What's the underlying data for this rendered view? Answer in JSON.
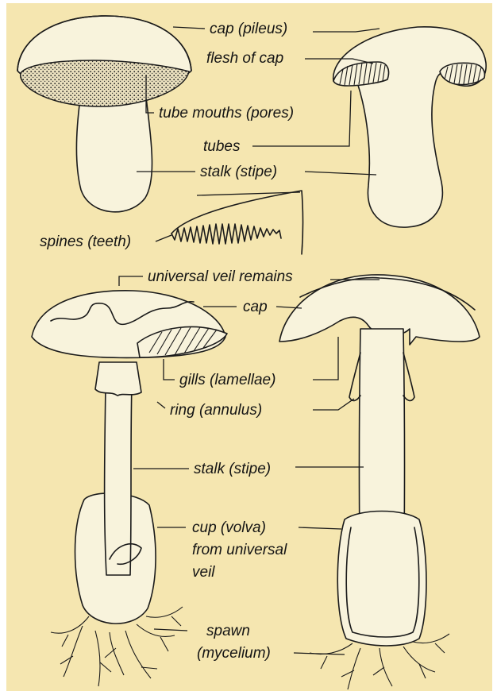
{
  "labels": {
    "cap_pileus": "cap (pileus)",
    "flesh_of_cap": "flesh of cap",
    "tube_mouths": "tube mouths (pores)",
    "tubes": "tubes",
    "stalk_stipe_top": "stalk (stipe)",
    "spines_teeth": "spines (teeth)",
    "universal_veil_remains": "universal veil remains",
    "cap": "cap",
    "gills_lamellae": "gills (lamellae)",
    "ring_annulus": "ring (annulus)",
    "stalk_stipe_bottom": "stalk (stipe)",
    "cup_volva_1": "cup (volva)",
    "cup_volva_2": "from universal",
    "cup_volva_3": "veil",
    "spawn_1": "spawn",
    "spawn_2": "(mycelium)"
  },
  "colors": {
    "background": "#f5e6b0",
    "ink": "#1a1a1a",
    "fill": "#f8f3dc"
  }
}
